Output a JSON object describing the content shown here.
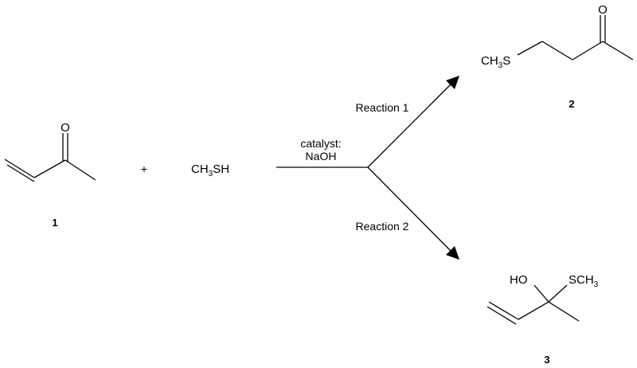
{
  "reactant_1": {
    "oxygen": "O",
    "number": "1"
  },
  "plus_sign": "+",
  "reactant_2": {
    "formula_head": "CH",
    "formula_sub": "3",
    "formula_tail": "SH"
  },
  "conditions": {
    "line1": "catalyst:",
    "line2": "NaOH"
  },
  "reaction_1": {
    "label": "Reaction 1"
  },
  "reaction_2": {
    "label": "Reaction 2"
  },
  "product_2": {
    "oxygen": "O",
    "group_head": "CH",
    "group_sub": "3",
    "group_tail": "S",
    "number": "2"
  },
  "product_3": {
    "hydroxyl": "HO",
    "group_head": "SCH",
    "group_sub": "3",
    "number": "3"
  },
  "colors": {
    "ink": "#000000",
    "background": "#ffffff"
  }
}
